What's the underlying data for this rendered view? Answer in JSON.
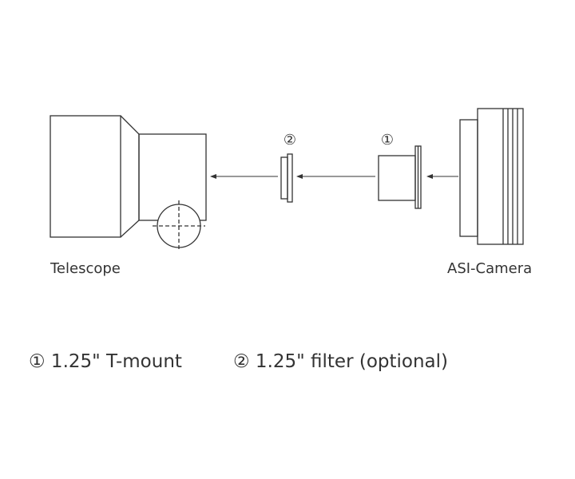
{
  "labels": {
    "telescope": "Telescope",
    "camera": "ASI-Camera"
  },
  "markers": {
    "tmount": "①",
    "filter": "②"
  },
  "legend": {
    "tmount": "① 1.25\" T-mount",
    "filter": "② 1.25\" filter (optional)"
  },
  "colors": {
    "stroke": "#333333",
    "text": "#333333",
    "background": "#ffffff"
  }
}
